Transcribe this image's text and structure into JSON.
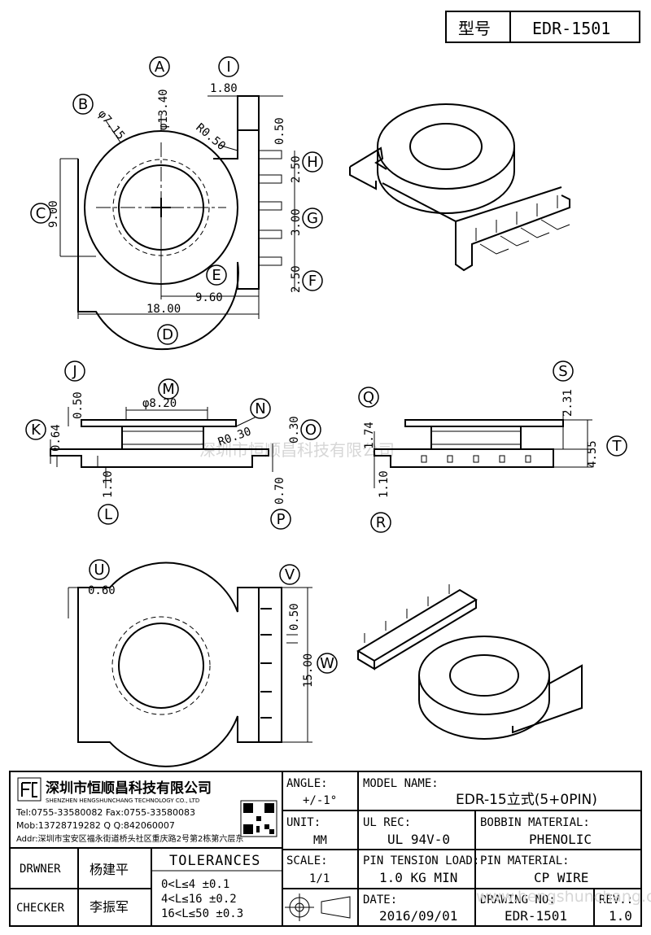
{
  "header": {
    "type_label": "型号",
    "type_value": "EDR-1501"
  },
  "dimensions": {
    "A": "φ13.40",
    "B": "φ7.15",
    "C": "9.00",
    "D": "18.00",
    "E": "9.60",
    "F": "2.50",
    "G": "3.00",
    "H": "2.50",
    "I": "1.80",
    "I_sub": "0.50",
    "radius_top": "R0.50",
    "J": "0.50",
    "K": "0.64",
    "L": "1.10",
    "M": "φ8.20",
    "N": "R0.30",
    "O": "0.30",
    "P": "0.70",
    "Q": "1.74",
    "R": "1.10",
    "S": "2.31",
    "T": "4.55",
    "U": "0.60",
    "V": "0.50",
    "W": "15.00"
  },
  "callouts": [
    "A",
    "B",
    "C",
    "D",
    "E",
    "F",
    "G",
    "H",
    "I",
    "J",
    "K",
    "L",
    "M",
    "N",
    "O",
    "P",
    "Q",
    "R",
    "S",
    "T",
    "U",
    "V",
    "W"
  ],
  "watermark": {
    "center": "深圳市恒顺昌科技有限公司",
    "bottom": "www.hengshunchang.com"
  },
  "company": {
    "name_cn": "深圳市恒顺昌科技有限公司",
    "name_en": "SHENZHEN HENGSHUNCHANG TECHNOLOGY CO., LTD",
    "tel_fax": "Tel:0755-33580082 Fax:0755-33580083",
    "mob_qq": "Mob:13728719282     Q  Q:842060007",
    "addr": "Addr:深圳市宝安区福永街道桥头社区重庆路2号第2栋第六层东"
  },
  "title_block": {
    "angle_label": "ANGLE:",
    "angle_value": "+/-1°",
    "unit_label": "UNIT:",
    "unit_value": "MM",
    "scale_label": "SCALE:",
    "scale_value": "1/1",
    "model_label": "MODEL NAME:",
    "model_value": "EDR-15立式(5+0PIN)",
    "ulrec_label": "UL REC:",
    "ulrec_value": "UL 94V-0",
    "bobbin_label": "BOBBIN MATERIAL:",
    "bobbin_value": "PHENOLIC",
    "tension_label": "PIN TENSION LOAD:",
    "tension_value": "1.0 KG MIN",
    "pinmat_label": "PIN MATERIAL:",
    "pinmat_value": "CP WIRE",
    "date_label": "DATE:",
    "date_value": "2016/09/01",
    "drawno_label": "DRAWING NO:",
    "drawno_value": "EDR-1501",
    "rev_label": "REV.:",
    "rev_value": "1.0",
    "drawer_label": "DRWNER",
    "drawer_value": "杨建平",
    "checker_label": "CHECKER",
    "checker_value": "李振军",
    "tol_title": "TOLERANCES",
    "tol_rows": [
      "0<L≤4    ±0.1",
      "4<L≤16   ±0.2",
      "16<L≤50  ±0.3"
    ]
  }
}
